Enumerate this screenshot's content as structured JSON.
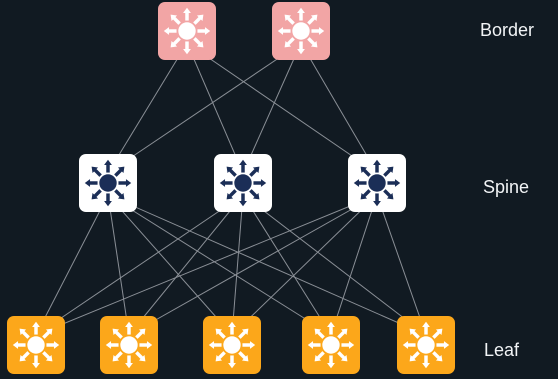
{
  "tiers": [
    {
      "id": "border",
      "label": "Border",
      "count": 2,
      "color": "#f2a5a5",
      "glyph": "#ffffff",
      "icon": "switch-icon"
    },
    {
      "id": "spine",
      "label": "Spine",
      "count": 3,
      "color": "#ffffff",
      "glyph": "#1b2e57",
      "icon": "switch-icon"
    },
    {
      "id": "leaf",
      "label": "Leaf",
      "count": 5,
      "color": "#fca71a",
      "glyph": "#ffffff",
      "icon": "switch-icon"
    }
  ],
  "links": [
    {
      "from": "border",
      "to": "spine",
      "pattern": "full-mesh"
    },
    {
      "from": "spine",
      "to": "leaf",
      "pattern": "full-mesh"
    }
  ],
  "colors": {
    "background": "#111a22",
    "link": "#8a8f96",
    "label": "#f2f4f6"
  }
}
